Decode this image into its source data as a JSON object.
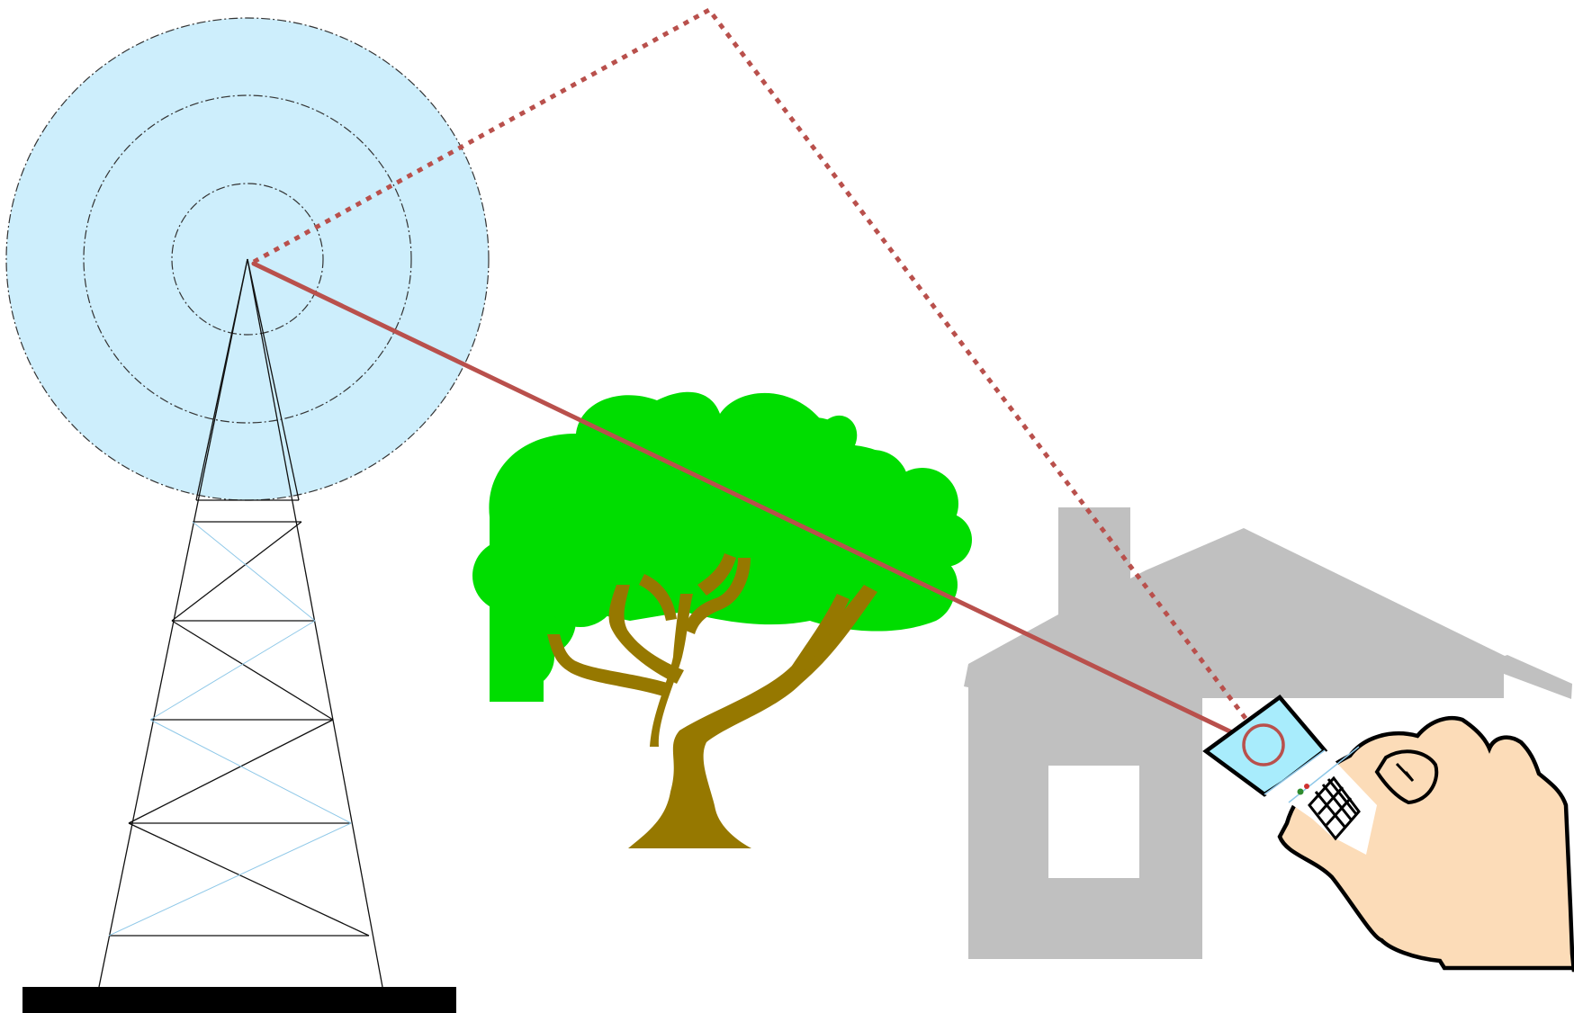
{
  "diagram": {
    "colors": {
      "signal_range": "#cdeefc",
      "range_rings": "#333333",
      "tower_lines": "#111111",
      "tower_braces_light": "#8fc8e8",
      "tower_base": "#000000",
      "canopy": "#00dd00",
      "trunk": "#967800",
      "house": "#c0c0c0",
      "house_window": "#ffffff",
      "signal_path": "#b9504c",
      "phone_screen": "#a8ecfc",
      "phone_body": "#ffffff",
      "skin": "#fcdcb8",
      "outline": "#000000"
    },
    "icons": {
      "tower": "radio-tower-icon",
      "tree": "tree-icon",
      "house": "house-icon",
      "phone": "mobile-phone-icon",
      "hand": "hand-icon"
    },
    "signal_paths": [
      {
        "id": "direct-path",
        "style": "solid"
      },
      {
        "id": "reflected-path",
        "style": "dotted"
      }
    ]
  }
}
